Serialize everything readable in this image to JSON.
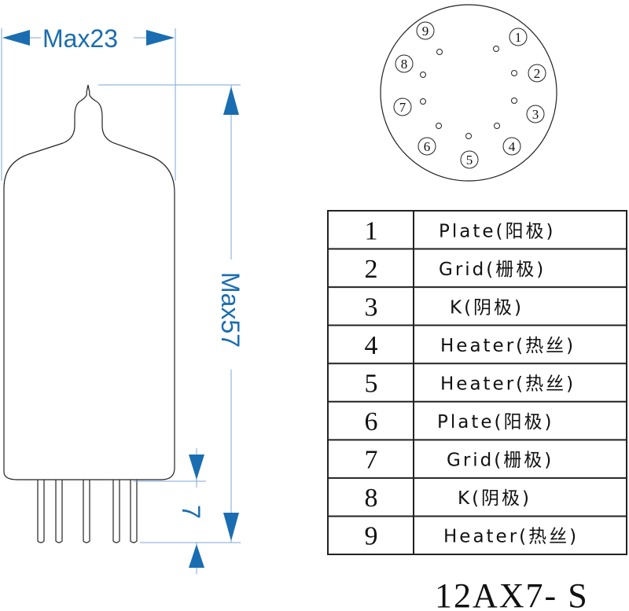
{
  "dimensions": {
    "width": "Max23",
    "height": "Max57",
    "pin_length": "7"
  },
  "socket_pins": [
    "1",
    "2",
    "3",
    "4",
    "5",
    "6",
    "7",
    "8",
    "9"
  ],
  "table": {
    "rows": [
      {
        "pin": "1",
        "function": "Plate(阳极)"
      },
      {
        "pin": "2",
        "function": "Grid(栅极)"
      },
      {
        "pin": "3",
        "function": "K(阴极)"
      },
      {
        "pin": "4",
        "function": "Heater(热丝)"
      },
      {
        "pin": "5",
        "function": "Heater(热丝)"
      },
      {
        "pin": "6",
        "function": "Plate(阳极)"
      },
      {
        "pin": "7",
        "function": "Grid(栅极)"
      },
      {
        "pin": "8",
        "function": "K(阴极)"
      },
      {
        "pin": "9",
        "function": "Heater(热丝)"
      }
    ]
  },
  "model": "12AX7- S",
  "colors": {
    "dimension": "#1a6db0",
    "guide": "#7fa6d6",
    "outline": "#222222"
  }
}
